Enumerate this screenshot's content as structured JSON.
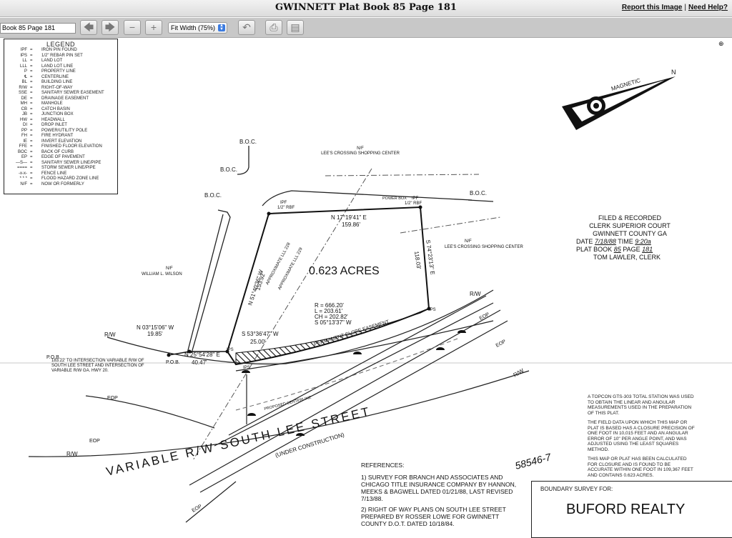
{
  "window": {
    "title": "GWINNETT Plat Book 85 Page 181",
    "report_link": "Report this Image",
    "help_link": "Need Help?",
    "link_separator": "|"
  },
  "toolbar": {
    "page_field_value": "Book 85 Page 181",
    "zoom_selected": "Fit Width (75%)"
  },
  "legend": {
    "title": "LEGEND",
    "entries": [
      {
        "sym": "IPF",
        "def": "IRON PIN FOUND"
      },
      {
        "sym": "IPS",
        "def": "1/2\" REBAR PIN SET"
      },
      {
        "sym": "LL",
        "def": "LAND LOT"
      },
      {
        "sym": "LLL",
        "def": "LAND LOT LINE"
      },
      {
        "sym": "P",
        "def": "PROPERTY LINE"
      },
      {
        "sym": "℄",
        "def": "CENTERLINE"
      },
      {
        "sym": "BL",
        "def": "BUILDING LINE"
      },
      {
        "sym": "R/W",
        "def": "RIGHT-OF-WAY"
      },
      {
        "sym": "SSE",
        "def": "SANITARY SEWER EASEMENT"
      },
      {
        "sym": "DE",
        "def": "DRAINAGE EASEMENT"
      },
      {
        "sym": "MH",
        "def": "MANHOLE"
      },
      {
        "sym": "CB",
        "def": "CATCH BASIN"
      },
      {
        "sym": "JB",
        "def": "JUNCTION BOX"
      },
      {
        "sym": "HW",
        "def": "HEADWALL"
      },
      {
        "sym": "DI",
        "def": "DROP INLET"
      },
      {
        "sym": "PP",
        "def": "POWER/UTILITY POLE"
      },
      {
        "sym": "FH",
        "def": "FIRE HYDRANT"
      },
      {
        "sym": "IE",
        "def": "INVERT ELEVATION"
      },
      {
        "sym": "FFE",
        "def": "FINISHED FLOOR ELEVATION"
      },
      {
        "sym": "BOC",
        "def": "BACK OF CURB"
      },
      {
        "sym": "EP",
        "def": "EDGE OF PAVEMENT"
      },
      {
        "sym": "—S—",
        "def": "SANITARY SEWER LINE/PIPE"
      },
      {
        "sym": "====",
        "def": "STORM SEWER LINE/PIPE"
      },
      {
        "sym": "-x-x-",
        "def": "FENCE LINE"
      },
      {
        "sym": "* * *",
        "def": "FLOOD HAZARD ZONE LINE"
      },
      {
        "sym": "N/F",
        "def": "NOW OR FORMERLY"
      }
    ]
  },
  "plat": {
    "acreage": "0.623 ACRES",
    "north_label": "MAGNETIC",
    "north_letter": "N",
    "neighbor_north_nf": "N/F",
    "neighbor_north": "LEE'S CROSSING SHOPPING CENTER",
    "neighbor_east_nf": "N/F",
    "neighbor_east": "LEE'S CROSSING SHOPPING CENTER",
    "neighbor_west_nf": "N/F",
    "neighbor_west": "WILLIAM L. WILSON",
    "boc": "B.O.C.",
    "ipf": "IPF",
    "rebar": "1/2\" RBF",
    "ips": "IPS",
    "pob": "P.O.B.",
    "rw": "R/W",
    "eop": "EOP",
    "power_box": "POWER BOX",
    "bearing_north": "N 17°19'41\" E",
    "dist_north": "159.86'",
    "bearing_east": "S 74°23'13\" E",
    "dist_east": "118.03'",
    "bearing_west": "N 51°40'36\" W",
    "dist_west": "153.92'",
    "approx_lll_1": "APPROXIMATE LLL 228",
    "approx_lll_2": "APPROXIMATE LLL 229",
    "curve_r": "R = 666.20'",
    "curve_l": "L = 203.61'",
    "curve_ch": "CH = 202.82'",
    "curve_s": "S 05°13'37\" W",
    "bearing_south": "S 53°36'47\" W",
    "dist_south": "25.00'",
    "bearing_pob1": "N 03°15'06\" W",
    "dist_pob1": "19.85'",
    "bearing_pob2": "N 25°54'28\" E",
    "dist_pob2": "40.47'",
    "pob_note": "183.22' TO INTERSECTION VARIABLE R/W OF SOUTH LEE STREET AND INTERSECTION OF VARIABLE R/W GA. HWY 20.",
    "slope_easement": "PERMANENT SLOPE EASEMENT",
    "proposed_centerline": "PROPOSED CENTERLINE",
    "under_construction": "(UNDER CONSTRUCTION)",
    "street": "VARIABLE R/W SOUTH LEE STREET",
    "handwritten_no": "58546-7"
  },
  "filed": {
    "line1": "FILED & RECORDED",
    "line2": "CLERK SUPERIOR COURT",
    "line3": "GWINNETT COUNTY GA",
    "date_label": "DATE",
    "date_value": "7/18/88",
    "time_label": "TIME",
    "time_value": "9:20a",
    "book_label": "PLAT BOOK",
    "book_value": "85",
    "page_label": "PAGE",
    "page_value": "181",
    "clerk": "TOM LAWLER, CLERK"
  },
  "notes": {
    "n1": "A TOPCON GTS-303 TOTAL STATION WAS USED TO OBTAIN THE LINEAR AND ANGULAR MEASUREMENTS USED IN THE PREPARATION OF THIS PLAT.",
    "n2": "THE FIELD DATA UPON WHICH THIS MAP OR PLAT IS BASED HAS A CLOSURE PRECISION OF ONE FOOT IN 10,015 FEET AND AN ANGULAR ERROR OF 10\" PER ANGLE POINT, AND WAS ADJUSTED USING THE LEAST SQUARES METHOD.",
    "n3": "THIS MAP OR PLAT HAS BEEN CALCULATED FOR CLOSURE AND IS FOUND TO BE ACCURATE WITHIN ONE FOOT IN 109,367 FEET AND CONTAINS 0.623 ACRES."
  },
  "references": {
    "heading": "REFERENCES:",
    "r1": "1) SURVEY FOR BRANCH AND ASSOCIATES AND CHICAGO TITLE INSURANCE COMPANY BY HANNON, MEEKS & BAGWELL DATED 01/21/88, LAST REVISED 7/13/88.",
    "r2": "2) RIGHT OF WAY PLANS ON SOUTH LEE STREET PREPARED BY ROSSER LOWE FOR GWINNETT COUNTY D.O.T. DATED 10/18/84."
  },
  "boundary": {
    "label": "BOUNDARY SURVEY FOR:",
    "client": "BUFORD REALTY"
  }
}
